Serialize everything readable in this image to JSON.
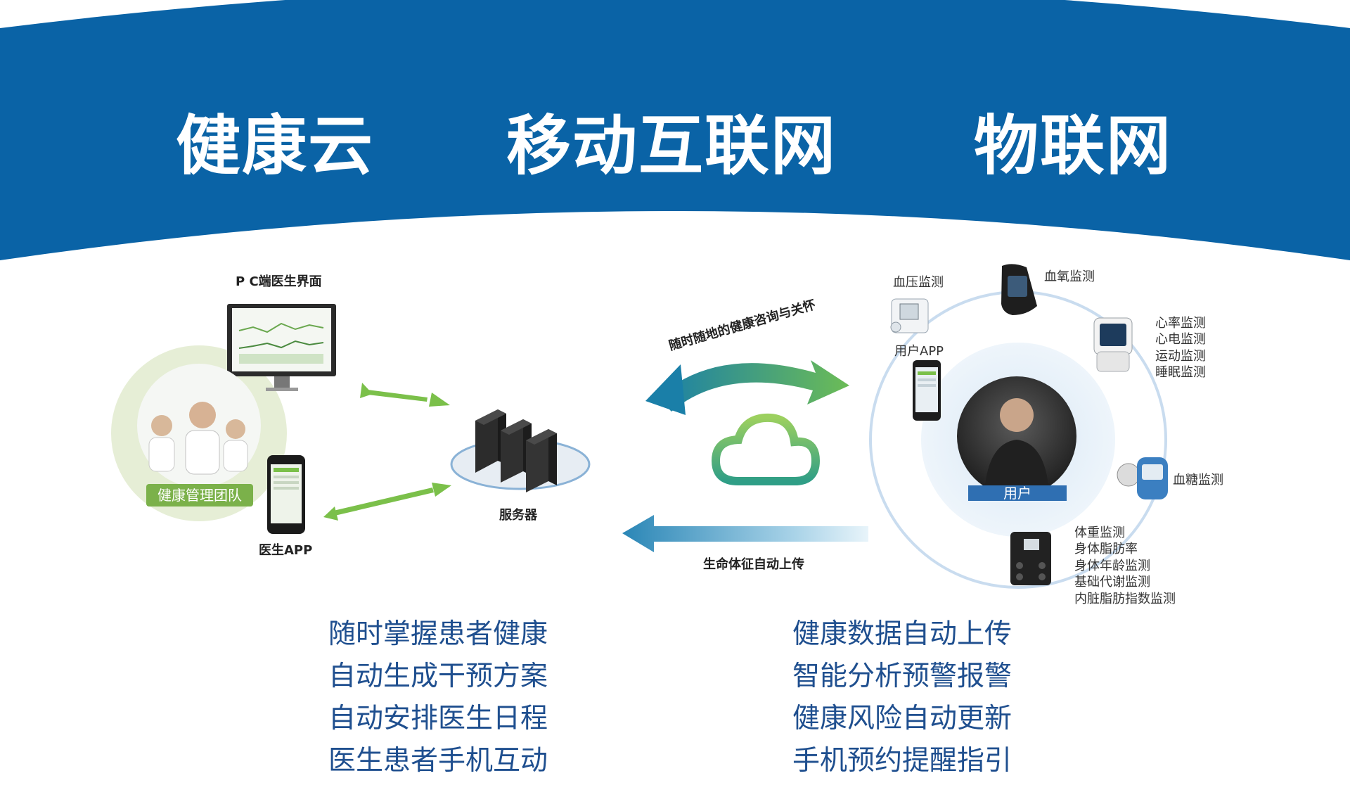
{
  "colors": {
    "band_blue": "#0a63a6",
    "arrow_green": "#7bc04a",
    "arrow_teal": "#1a7fa8",
    "text_blue": "#1f4f8f",
    "ring_blue": "#cde0f2",
    "halo_green": "#e7efd8"
  },
  "header": {
    "titles": [
      "健康云",
      "移动互联网",
      "物联网"
    ]
  },
  "left": {
    "pc_label": "P C端医生界面",
    "team_label": "健康管理团队",
    "doctor_app_label": "医生APP",
    "server_label": "服务器"
  },
  "middle": {
    "arc_label": "随时随地的健康咨询与关怀",
    "upload_label": "生命体征自动上传"
  },
  "right": {
    "user_label": "用户",
    "user_app_label": "用户APP",
    "devices": {
      "blood_pressure": "血压监测",
      "blood_oxygen": "血氧监测",
      "watch": [
        "心率监测",
        "心电监测",
        "运动监测",
        "睡眠监测"
      ],
      "blood_sugar": "血糖监测",
      "scale": [
        "体重监测",
        "身体脂肪率",
        "身体年龄监测",
        "基础代谢监测",
        "内脏脂肪指数监测"
      ]
    }
  },
  "bottom": {
    "left_list": [
      "随时掌握患者健康",
      "自动生成干预方案",
      "自动安排医生日程",
      "医生患者手机互动"
    ],
    "right_list": [
      "健康数据自动上传",
      "智能分析预警报警",
      "健康风险自动更新",
      "手机预约提醒指引"
    ]
  },
  "icons": {
    "monitor": "monitor-icon",
    "phone": "smartphone-icon",
    "server": "server-icon",
    "cloud": "cloud-icon",
    "bp_meter": "blood-pressure-meter-icon",
    "oximeter": "pulse-oximeter-icon",
    "watch": "smartwatch-icon",
    "glucometer": "glucometer-icon",
    "scale": "body-scale-icon"
  }
}
